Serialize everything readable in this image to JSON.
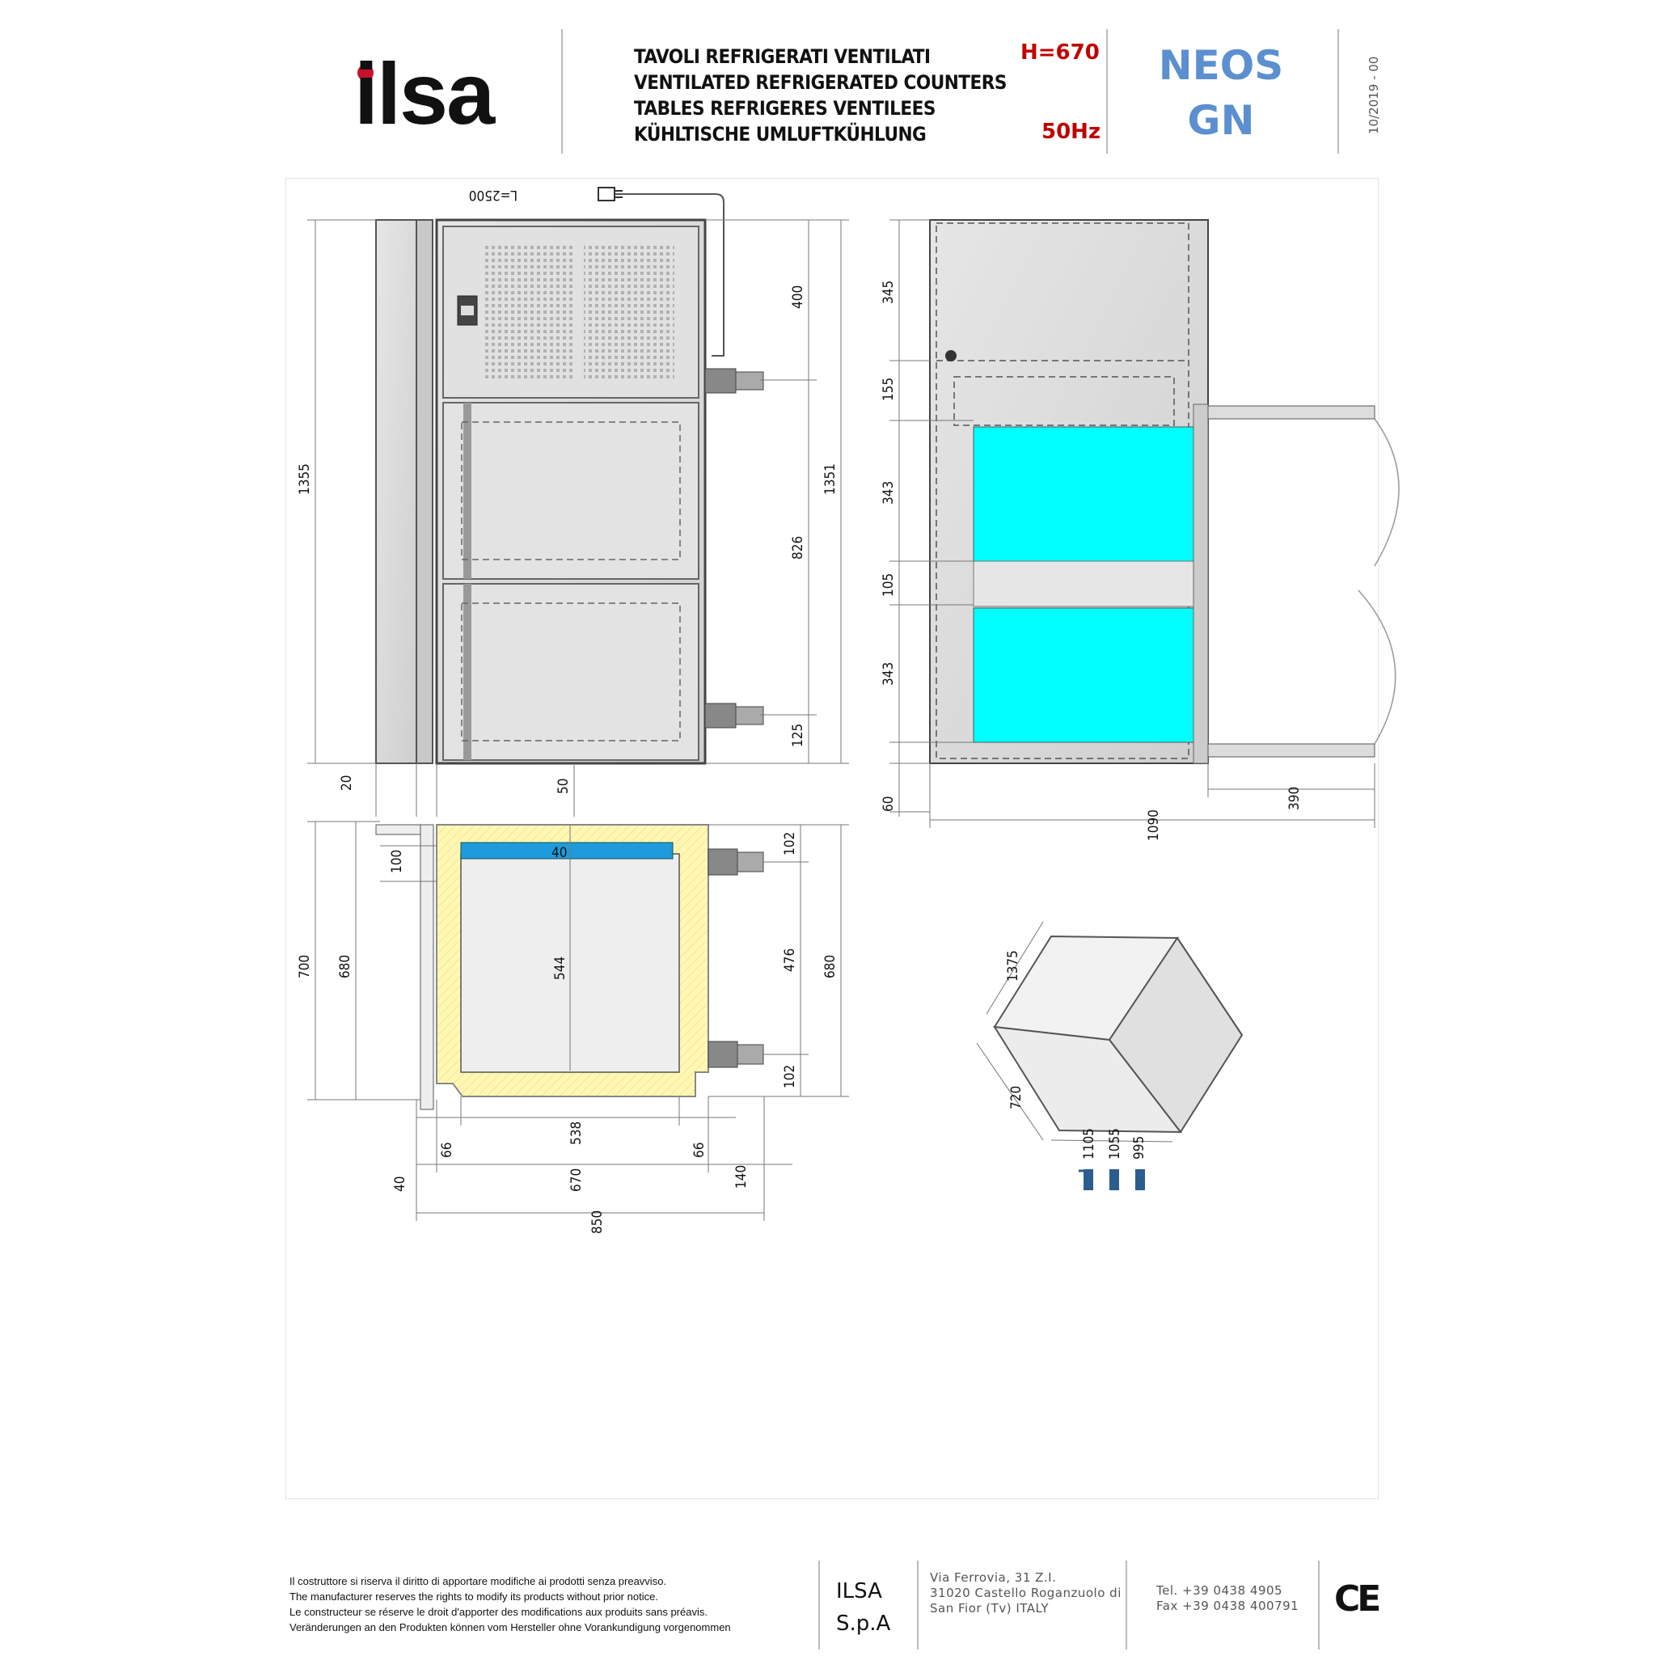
{
  "header": {
    "brand": "ilsa",
    "title_it": "TAVOLI REFRIGERATI VENTILATI",
    "title_en": "VENTILATED REFRIGERATED COUNTERS",
    "title_fr": "TABLES REFRIGERES VENTILEES",
    "title_de": "KÜHLTISCHE UMLUFTKÜHLUNG",
    "height_spec": "H=670",
    "frequency": "50Hz",
    "model_line1": "NEOS",
    "model_line2": "GN",
    "revision": "10/2019 - 00"
  },
  "drawing": {
    "cable_label": "L=2500",
    "front": {
      "total_height": "1355",
      "height_right": "1351",
      "top_section": "400",
      "middle": "826",
      "bottom": "125",
      "foot_left": "20",
      "foot_center": "50"
    },
    "side": {
      "top": "345",
      "gap": "155",
      "drawer1": "343",
      "mid": "105",
      "drawer2": "343",
      "bottom": "60",
      "width": "1090",
      "drawer_open": "390"
    },
    "section": {
      "h700": "700",
      "h680": "680",
      "h100": "100",
      "h40": "40",
      "h544": "544",
      "h102a": "102",
      "h476": "476",
      "h102b": "102",
      "h680r": "680",
      "w66a": "66",
      "w538": "538",
      "w66b": "66",
      "w40": "40",
      "w670": "670",
      "w140": "140",
      "w850": "850"
    },
    "iso": {
      "height": "1375",
      "depth": "720",
      "w1": "1105",
      "w2": "1055",
      "w3": "995"
    },
    "colors": {
      "drawer": "#00ffff",
      "insulation": "#fff7b3",
      "tray": "#1e9bdc",
      "steel": "#d9d9d9"
    }
  },
  "footer": {
    "disclaimer_it": "Il costruttore si riserva il diritto di apportare modifiche ai prodotti senza preavviso.",
    "disclaimer_en": "The manufacturer reserves the rights to modify its products without prior notice.",
    "disclaimer_fr": "Le constructeur se réserve le droit d'apporter des modifications aux produits sans préavis.",
    "disclaimer_de": "Veränderungen an den Produkten können vom Hersteller ohne Vorankundigung vorgenommen",
    "company_line1": "ILSA",
    "company_line2": "S.p.A",
    "address_line1": "Via Ferrovia, 31 Z.I.",
    "address_line2": "31020 Castello Roganzuolo di",
    "address_line3": "San Fior (Tv) ITALY",
    "tel": "Tel. +39 0438 4905",
    "fax": "Fax +39 0438 400791",
    "mark": "CE"
  }
}
